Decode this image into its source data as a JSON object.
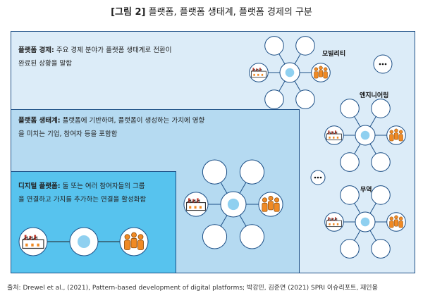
{
  "title": {
    "prefix": "[그림 2]",
    "text": "플랫폼, 플랫폼 생태계, 플랫폼 경제의 구분"
  },
  "economy": {
    "label": "플랫폼 경제:",
    "text": "주요 경제 분야가 플랫폼 생태계로 전환이",
    "text2": "완료된 상황을 말함"
  },
  "ecosystem": {
    "label": "플랫폼 생태계:",
    "text": "플랫폼에 기반하며, 플랫폼이 생성하는 가치에 영향",
    "text2": "을 미치는 기업, 참여자 등을 포함함"
  },
  "digital": {
    "label": "디지털 플랫폼:",
    "text": "둘 또는 여러 참여자들의 그룹",
    "text2": "을 연결하고 가치를 추가하는 연결을 활성화함"
  },
  "clusters": {
    "mobility": "모빌리티",
    "engineering": "엔지니어링",
    "trade": "무역"
  },
  "source": "출처: Drewel et al., (2021), Pattern-based development of digital platforms; 박강민, 김준연 (2021) SPRI 이슈리포트, 재인용",
  "colors": {
    "border": "#1c4f86",
    "economy_bg": "#dcecf8",
    "ecosystem_bg": "#b5daf1",
    "digital_bg": "#57c3ee",
    "center_dot": "#8fd0f0",
    "people": "#f08a24"
  }
}
